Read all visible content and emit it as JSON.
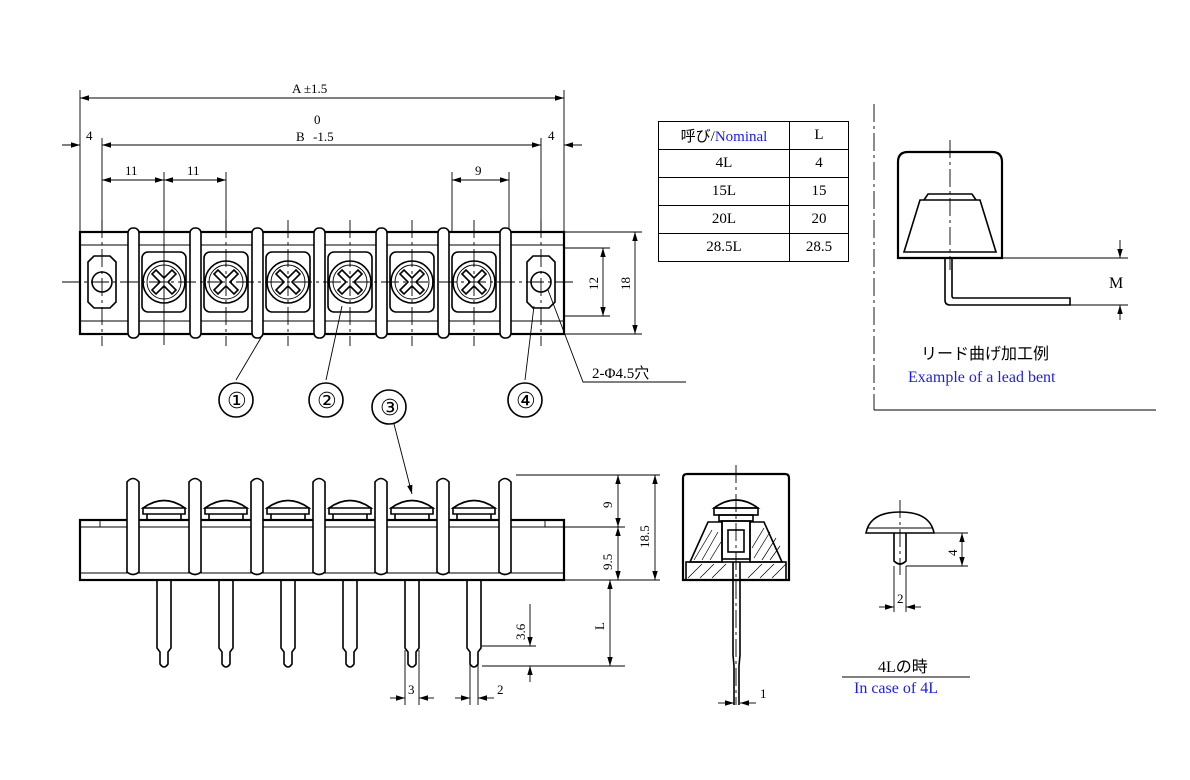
{
  "dimensions": {
    "A": "A ±1.5",
    "B": "B",
    "B_tol_upper": "0",
    "B_tol_lower": "-1.5",
    "edge_left": "4",
    "edge_right": "4",
    "pitch_1": "11",
    "pitch_2": "11",
    "pitch_3": "9",
    "height_12": "12",
    "height_18": "18",
    "hole": "2-Φ4.5穴",
    "side_9": "9",
    "side_9_5": "9.5",
    "side_18_5": "18.5",
    "side_L": "L",
    "side_3_6": "3.6",
    "pin_3": "3",
    "pin_2": "2",
    "end_1": "1",
    "lead_M": "M",
    "small_4": "4",
    "small_2": "2"
  },
  "callouts": [
    "①",
    "②",
    "③",
    "④"
  ],
  "table": {
    "header_nominal_jp": "呼び/",
    "header_nominal_en": "Nominal",
    "header_L": "L",
    "rows": [
      {
        "nominal": "4L",
        "L": "4"
      },
      {
        "nominal": "15L",
        "L": "15"
      },
      {
        "nominal": "20L",
        "L": "20"
      },
      {
        "nominal": "28.5L",
        "L": "28.5"
      }
    ]
  },
  "labels": {
    "lead_bent_jp": "リード曲げ加工例",
    "lead_bent_en": "Example of a lead bent",
    "case_4l_jp": "4Lの時",
    "case_4l_en": "In case of 4L"
  },
  "colors": {
    "line": "#000000",
    "english_text": "#1a1aff",
    "background": "#ffffff"
  }
}
